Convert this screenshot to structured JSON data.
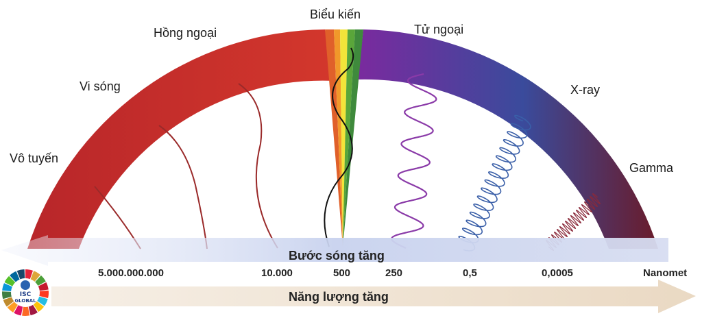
{
  "spectrum": {
    "bands": {
      "radio": "Vô tuyến",
      "microwave": "Vi sóng",
      "infrared": "Hồng ngoại",
      "visible": "Biểu kiến",
      "ultraviolet": "Tử ngoại",
      "xray": "X-ray",
      "gamma": "Gamma"
    },
    "wavelength_arrow": "Bước sóng tăng",
    "energy_arrow": "Năng lượng tăng",
    "scale": {
      "values": [
        "5.000.000.000",
        "10.000",
        "500",
        "250",
        "0,5",
        "0,0005"
      ],
      "unit": "Nanomet"
    }
  },
  "logo": {
    "line1": "ISC",
    "line2": "GLOBAL"
  },
  "colors": {
    "red_band": "#c8302c",
    "violet": "#7a2fa0",
    "blue": "#2f4f9a",
    "maroon": "#6a1f2a",
    "wavelength_arrow": "#c9d3ec",
    "energy_arrow": "#efe3d3"
  }
}
